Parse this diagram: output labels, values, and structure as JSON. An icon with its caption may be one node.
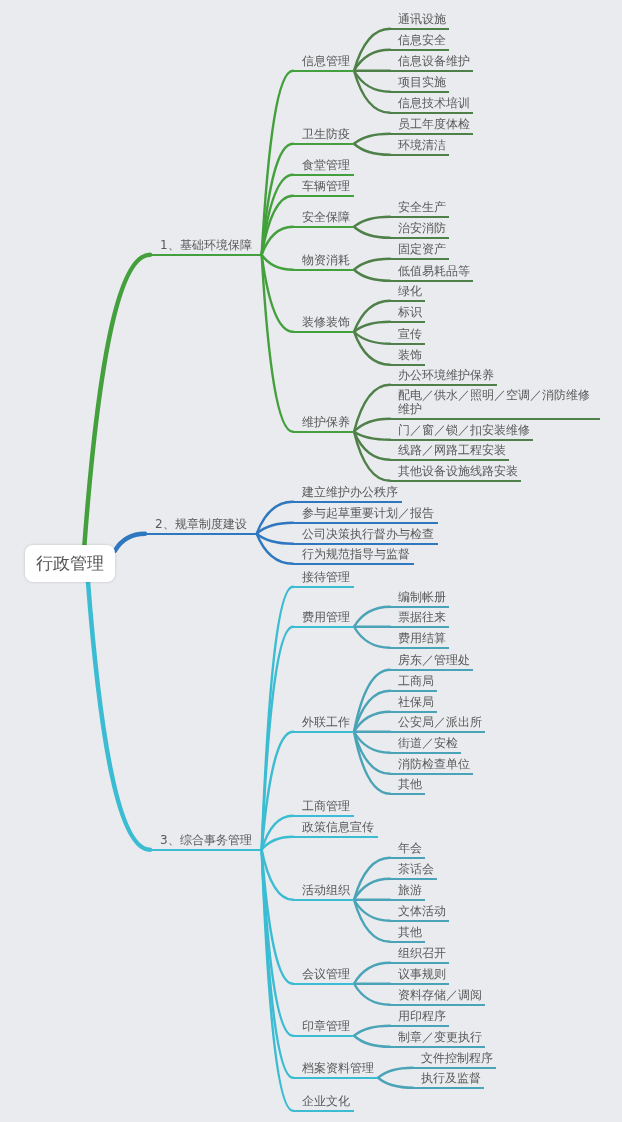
{
  "diagram": {
    "nodes": [
      {
        "text": [
          "行政管理"
        ]
      },
      {
        "text": [
          "1、基础环境保障"
        ]
      },
      {
        "text": [
          "信息管理"
        ]
      },
      {
        "text": [
          "通讯设施"
        ]
      },
      {
        "text": [
          "信息安全"
        ]
      },
      {
        "text": [
          "信息设备维护"
        ]
      },
      {
        "text": [
          "项目实施"
        ]
      },
      {
        "text": [
          "信息技术培训"
        ]
      },
      {
        "text": [
          "卫生防疫"
        ]
      },
      {
        "text": [
          "员工年度体检"
        ]
      },
      {
        "text": [
          "环境清洁"
        ]
      },
      {
        "text": [
          "食堂管理"
        ]
      },
      {
        "text": [
          "车辆管理"
        ]
      },
      {
        "text": [
          "安全保障"
        ]
      },
      {
        "text": [
          "安全生产"
        ]
      },
      {
        "text": [
          "治安消防"
        ]
      },
      {
        "text": [
          "物资消耗"
        ]
      },
      {
        "text": [
          "固定资产"
        ]
      },
      {
        "text": [
          "低值易耗品等"
        ]
      },
      {
        "text": [
          "装修装饰"
        ]
      },
      {
        "text": [
          "绿化"
        ]
      },
      {
        "text": [
          "标识"
        ]
      },
      {
        "text": [
          "宣传"
        ]
      },
      {
        "text": [
          "装饰"
        ]
      },
      {
        "text": [
          "维护保养"
        ]
      },
      {
        "text": [
          "办公环境维护保养"
        ]
      },
      {
        "text": [
          "配电／供水／照明／空调／消防维修维护"
        ]
      },
      {
        "text": [
          "门／窗／锁／扣安装维修"
        ]
      },
      {
        "text": [
          "线路／网路工程安装"
        ]
      },
      {
        "text": [
          "其他设备设施线路安装"
        ]
      },
      {
        "text": [
          "2、规章制度建设"
        ]
      },
      {
        "text": [
          "建立维护办公秩序"
        ]
      },
      {
        "text": [
          "参与起草重要计划／报告"
        ]
      },
      {
        "text": [
          "公司决策执行督办与检查"
        ]
      },
      {
        "text": [
          "行为规范指导与监督"
        ]
      },
      {
        "text": [
          "3、综合事务管理"
        ]
      },
      {
        "text": [
          "接待管理"
        ]
      },
      {
        "text": [
          "费用管理"
        ]
      },
      {
        "text": [
          "编制帐册"
        ]
      },
      {
        "text": [
          "票据往来"
        ]
      },
      {
        "text": [
          "费用结算"
        ]
      },
      {
        "text": [
          "外联工作"
        ]
      },
      {
        "text": [
          "房东／管理处"
        ]
      },
      {
        "text": [
          "工商局"
        ]
      },
      {
        "text": [
          "社保局"
        ]
      },
      {
        "text": [
          "公安局／派出所"
        ]
      },
      {
        "text": [
          "街道／安检"
        ]
      },
      {
        "text": [
          "消防检查单位"
        ]
      },
      {
        "text": [
          "其他"
        ]
      },
      {
        "text": [
          "工商管理"
        ]
      },
      {
        "text": [
          "政策信息宣传"
        ]
      },
      {
        "text": [
          "活动组织"
        ]
      },
      {
        "text": [
          "年会"
        ]
      },
      {
        "text": [
          "茶话会"
        ]
      },
      {
        "text": [
          "旅游"
        ]
      },
      {
        "text": [
          "文体活动"
        ]
      },
      {
        "text": [
          "其他"
        ]
      },
      {
        "text": [
          "会议管理"
        ]
      },
      {
        "text": [
          "组织召开"
        ]
      },
      {
        "text": [
          "议事规则"
        ]
      },
      {
        "text": [
          "资料存储／调阅"
        ]
      },
      {
        "text": [
          "印章管理"
        ]
      },
      {
        "text": [
          "用印程序"
        ]
      },
      {
        "text": [
          "制章／变更执行"
        ]
      },
      {
        "text": [
          "档案资料管理"
        ]
      },
      {
        "text": [
          "文件控制程序"
        ]
      },
      {
        "text": [
          "执行及监督"
        ]
      },
      {
        "text": [
          "企业文化"
        ]
      }
    ],
    "edges": [
      {
        "from": 0,
        "to": 1,
        "arrow": "none",
        "style": "thick",
        "color": "#43a03c"
      },
      {
        "from": 1,
        "to": 2,
        "arrow": "none",
        "color": "#43a03c"
      },
      {
        "from": 2,
        "to": 3,
        "arrow": "none",
        "color": "#4f8049"
      },
      {
        "from": 2,
        "to": 4,
        "arrow": "none",
        "color": "#4f8049"
      },
      {
        "from": 2,
        "to": 5,
        "arrow": "none",
        "color": "#4f8049"
      },
      {
        "from": 2,
        "to": 6,
        "arrow": "none",
        "color": "#4f8049"
      },
      {
        "from": 2,
        "to": 7,
        "arrow": "none",
        "color": "#4f8049"
      },
      {
        "from": 1,
        "to": 8,
        "arrow": "none",
        "color": "#43a03c"
      },
      {
        "from": 8,
        "to": 9,
        "arrow": "none",
        "color": "#4f8049"
      },
      {
        "from": 8,
        "to": 10,
        "arrow": "none",
        "color": "#4f8049"
      },
      {
        "from": 1,
        "to": 11,
        "arrow": "none",
        "color": "#43a03c"
      },
      {
        "from": 1,
        "to": 12,
        "arrow": "none",
        "color": "#43a03c"
      },
      {
        "from": 1,
        "to": 13,
        "arrow": "none",
        "color": "#43a03c"
      },
      {
        "from": 13,
        "to": 14,
        "arrow": "none",
        "color": "#4f8049"
      },
      {
        "from": 13,
        "to": 15,
        "arrow": "none",
        "color": "#4f8049"
      },
      {
        "from": 1,
        "to": 16,
        "arrow": "none",
        "color": "#43a03c"
      },
      {
        "from": 16,
        "to": 17,
        "arrow": "none",
        "color": "#4f8049"
      },
      {
        "from": 16,
        "to": 18,
        "arrow": "none",
        "color": "#4f8049"
      },
      {
        "from": 1,
        "to": 19,
        "arrow": "none",
        "color": "#43a03c"
      },
      {
        "from": 19,
        "to": 20,
        "arrow": "none",
        "color": "#4f8049"
      },
      {
        "from": 19,
        "to": 21,
        "arrow": "none",
        "color": "#4f8049"
      },
      {
        "from": 19,
        "to": 22,
        "arrow": "none",
        "color": "#4f8049"
      },
      {
        "from": 19,
        "to": 23,
        "arrow": "none",
        "color": "#4f8049"
      },
      {
        "from": 1,
        "to": 24,
        "arrow": "none",
        "color": "#43a03c"
      },
      {
        "from": 24,
        "to": 25,
        "arrow": "none",
        "color": "#4f8049"
      },
      {
        "from": 24,
        "to": 26,
        "arrow": "none",
        "color": "#4f8049"
      },
      {
        "from": 24,
        "to": 27,
        "arrow": "none",
        "color": "#4f8049"
      },
      {
        "from": 24,
        "to": 28,
        "arrow": "none",
        "color": "#4f8049"
      },
      {
        "from": 24,
        "to": 29,
        "arrow": "none",
        "color": "#4f8049"
      },
      {
        "from": 0,
        "to": 30,
        "arrow": "none",
        "style": "thick",
        "color": "#2f78c0"
      },
      {
        "from": 30,
        "to": 31,
        "arrow": "none",
        "color": "#2f78c0"
      },
      {
        "from": 30,
        "to": 32,
        "arrow": "none",
        "color": "#2f78c0"
      },
      {
        "from": 30,
        "to": 33,
        "arrow": "none",
        "color": "#2f78c0"
      },
      {
        "from": 30,
        "to": 34,
        "arrow": "none",
        "color": "#2f78c0"
      },
      {
        "from": 0,
        "to": 35,
        "arrow": "none",
        "style": "thick",
        "color": "#3bbcd2"
      },
      {
        "from": 35,
        "to": 36,
        "arrow": "none",
        "color": "#3bbcd2"
      },
      {
        "from": 35,
        "to": 37,
        "arrow": "none",
        "color": "#3bbcd2"
      },
      {
        "from": 37,
        "to": 38,
        "arrow": "none"
      },
      {
        "from": 37,
        "to": 39,
        "arrow": "none"
      },
      {
        "from": 37,
        "to": 40,
        "arrow": "none"
      },
      {
        "from": 35,
        "to": 41,
        "arrow": "none",
        "color": "#3bbcd2"
      },
      {
        "from": 41,
        "to": 42,
        "arrow": "none"
      },
      {
        "from": 41,
        "to": 43,
        "arrow": "none"
      },
      {
        "from": 41,
        "to": 44,
        "arrow": "none"
      },
      {
        "from": 41,
        "to": 45,
        "arrow": "none"
      },
      {
        "from": 41,
        "to": 46,
        "arrow": "none"
      },
      {
        "from": 41,
        "to": 47,
        "arrow": "none"
      },
      {
        "from": 41,
        "to": 48,
        "arrow": "none"
      },
      {
        "from": 35,
        "to": 49,
        "arrow": "none",
        "color": "#3bbcd2"
      },
      {
        "from": 35,
        "to": 50,
        "arrow": "none",
        "color": "#3bbcd2"
      },
      {
        "from": 35,
        "to": 51,
        "arrow": "none",
        "color": "#3bbcd2"
      },
      {
        "from": 51,
        "to": 52,
        "arrow": "none"
      },
      {
        "from": 51,
        "to": 53,
        "arrow": "none"
      },
      {
        "from": 51,
        "to": 54,
        "arrow": "none"
      },
      {
        "from": 51,
        "to": 55,
        "arrow": "none"
      },
      {
        "from": 51,
        "to": 56,
        "arrow": "none"
      },
      {
        "from": 35,
        "to": 57,
        "arrow": "none",
        "color": "#3bbcd2"
      },
      {
        "from": 57,
        "to": 58,
        "arrow": "none"
      },
      {
        "from": 57,
        "to": 59,
        "arrow": "none"
      },
      {
        "from": 57,
        "to": 60,
        "arrow": "none"
      },
      {
        "from": 35,
        "to": 61,
        "arrow": "none",
        "color": "#3bbcd2"
      },
      {
        "from": 61,
        "to": 62,
        "arrow": "none"
      },
      {
        "from": 61,
        "to": 63,
        "arrow": "none"
      },
      {
        "from": 35,
        "to": 64,
        "arrow": "none",
        "color": "#3bbcd2"
      },
      {
        "from": 64,
        "to": 65,
        "arrow": "none"
      },
      {
        "from": 64,
        "to": 66,
        "arrow": "none"
      },
      {
        "from": 35,
        "to": 67,
        "arrow": "none",
        "color": "#3bbcd2"
      }
    ]
  }
}
